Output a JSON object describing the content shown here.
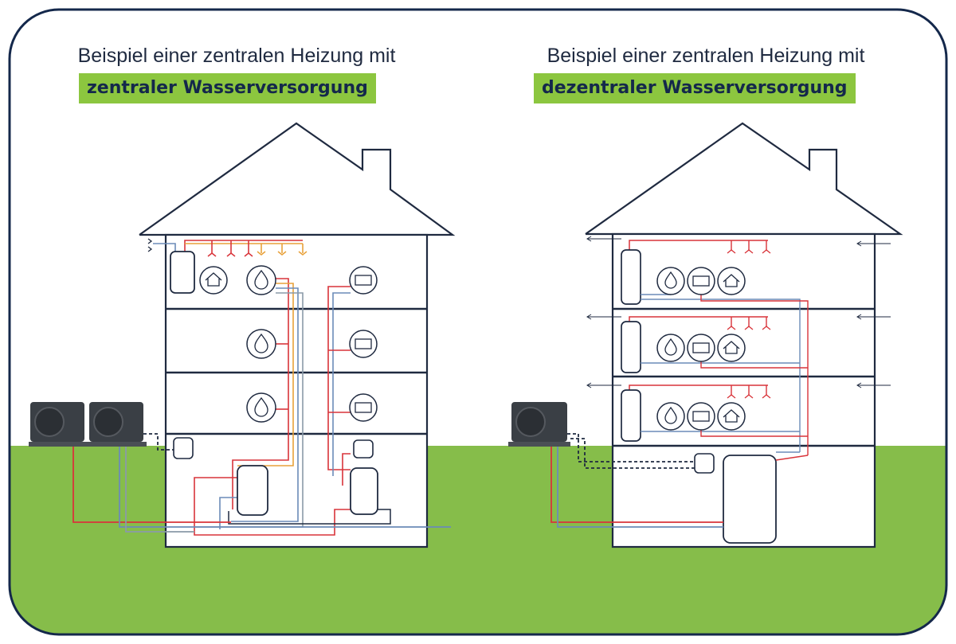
{
  "left_panel": {
    "title_line1": "Beispiel einer zentralen Heizung mit",
    "title_highlight": "zentraler Wasserversorgung"
  },
  "right_panel": {
    "title_line1": "Beispiel einer zentralen Heizung mit",
    "title_highlight": "dezentraler Wasserversorgung"
  },
  "colors": {
    "frame_stroke": "#14284b",
    "grass": "#86bd4a",
    "highlight": "#8cc63f",
    "hot_pipe": "#d9343a",
    "warm_pipe": "#e8a13a",
    "cold_pipe": "#6b8bb8",
    "return_pipe": "#8a9aa8"
  },
  "icons": [
    "water-drop-icon",
    "radiator-icon",
    "house-heating-icon",
    "heat-pump-icon",
    "storage-tank-icon",
    "tap-outlet-icon"
  ]
}
